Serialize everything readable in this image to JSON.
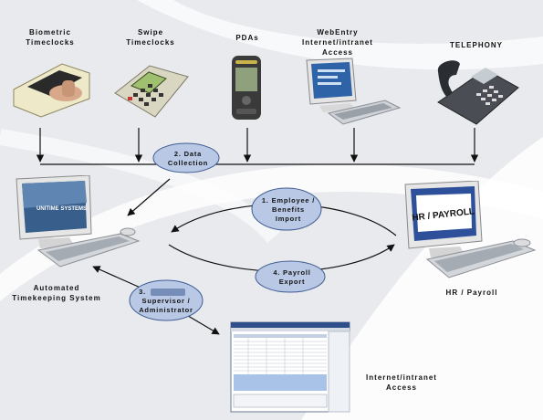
{
  "devices": [
    {
      "line1": "Biometric",
      "line2": "Timeclocks"
    },
    {
      "line1": "Swipe",
      "line2": "Timeclocks"
    },
    {
      "line1": "PDAs",
      "line2": ""
    },
    {
      "line1": "WebEntry",
      "line2": "Internet/intranet",
      "line3": "Access"
    },
    {
      "line1": "TELEPHONY",
      "line2": ""
    }
  ],
  "steps": {
    "data_collection": {
      "line1": "2. Data",
      "line2": "Collection"
    },
    "employee_import": {
      "line1": "1. Employee /",
      "line2": "Benefits",
      "line3": "Import"
    },
    "payroll_export": {
      "line1": "4. Payroll",
      "line2": "Export"
    },
    "supervisor": {
      "line1": "3.",
      "line2": "Supervisor /",
      "line3": "Administrator"
    }
  },
  "nodes": {
    "ats": {
      "line1": "Automated",
      "line2": "Timekeeping System",
      "screen_brand": "UNITIME SYSTEMS"
    },
    "hr": {
      "label": "HR / Payroll",
      "screen_text": "HR / PAYROLL"
    },
    "web": {
      "line1": "Internet/intranet",
      "line2": "Access"
    }
  },
  "colors": {
    "oval_fill": "#b9c8e4",
    "oval_stroke": "#3f5c93",
    "line": "#111111"
  }
}
